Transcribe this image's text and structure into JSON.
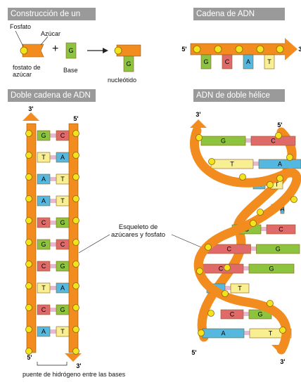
{
  "panels": {
    "construccion": "Construcción de un nucleótido",
    "cadena": "Cadena de ADN",
    "doble_cadena": "Doble cadena de ADN",
    "doble_helice": "ADN de doble hélice"
  },
  "labels": {
    "fosfato": "Fosfato",
    "azucar": "Azúcar",
    "fosfato_azucar": "fostato de\nazúcar",
    "base": "Base",
    "nucleotido": "nucleótido",
    "esqueleto": "Esqueleto de\nazúcares y fosfato",
    "puente": "puente de hidrógeno entre las bases",
    "plus": "+",
    "base_g": "G"
  },
  "ends": {
    "five": "5'",
    "three": "3'"
  },
  "strand_bases": [
    "G",
    "C",
    "A",
    "T"
  ],
  "double_strand_pairs": [
    [
      "G",
      "C"
    ],
    [
      "T",
      "A"
    ],
    [
      "A",
      "T"
    ],
    [
      "A",
      "T"
    ],
    [
      "C",
      "G"
    ],
    [
      "G",
      "C"
    ],
    [
      "C",
      "G"
    ],
    [
      "T",
      "A"
    ],
    [
      "C",
      "G"
    ],
    [
      "A",
      "T"
    ]
  ],
  "helix_pairs": [
    [
      "G",
      "C"
    ],
    [
      "T",
      "A"
    ],
    [
      "A",
      "T"
    ],
    [
      "T",
      "A"
    ],
    [
      "G",
      "C"
    ],
    [
      "C",
      "G"
    ],
    [
      "C",
      "G"
    ],
    [
      "A",
      "T"
    ],
    [
      "C",
      "G"
    ],
    [
      "A",
      "T"
    ]
  ],
  "base_colors": {
    "G": "#8cc43f",
    "C": "#e06a6a",
    "A": "#55b8e0",
    "T": "#f7ef92"
  },
  "backbone_color": "#f28c1f",
  "phosphate_color": "#f3e31d"
}
